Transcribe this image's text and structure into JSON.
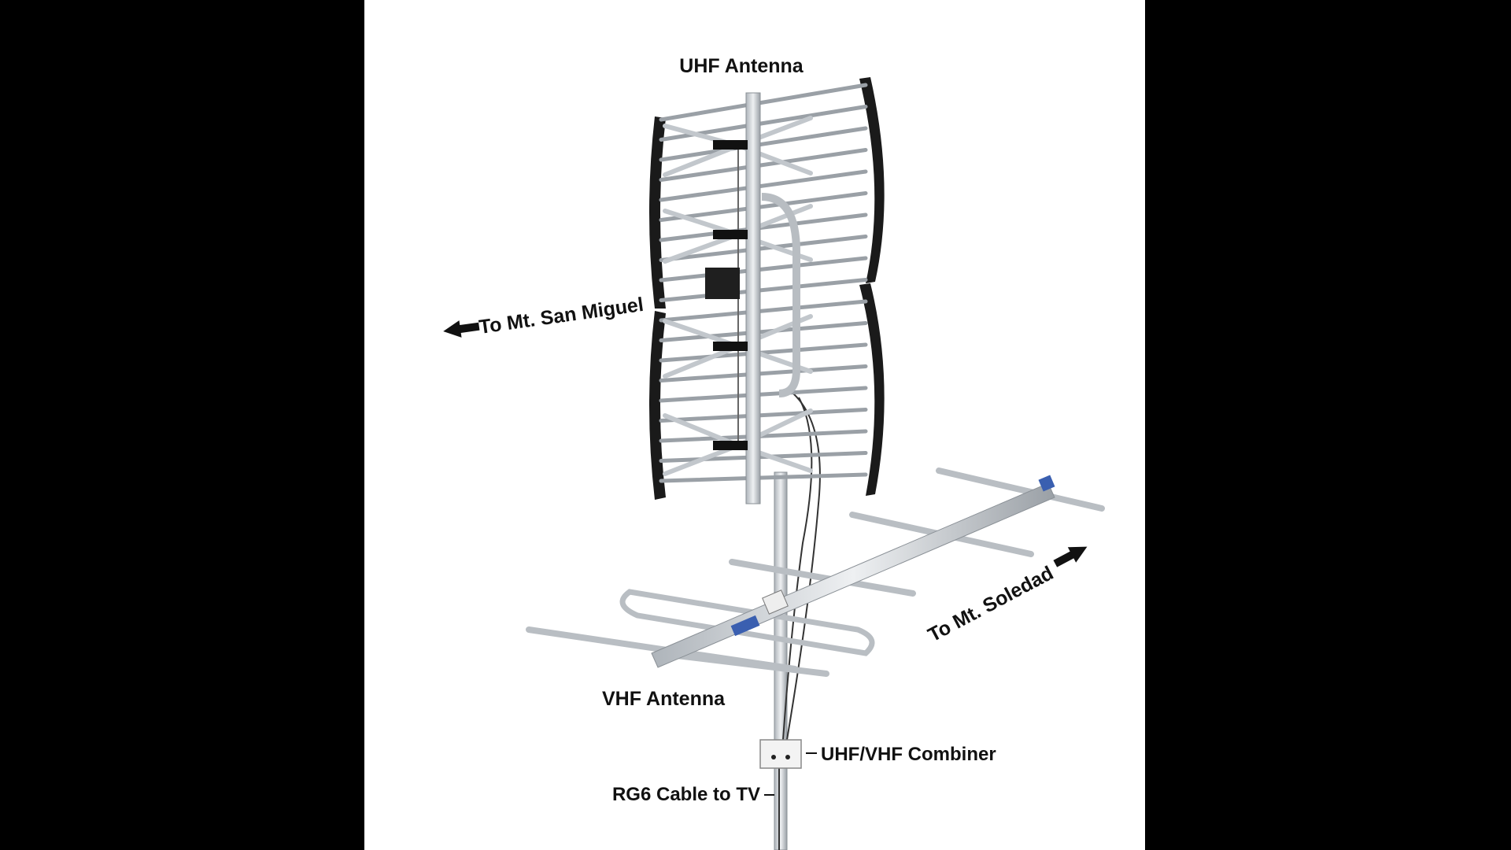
{
  "labels": {
    "uhf_antenna": "UHF Antenna",
    "to_san_miguel": "To Mt. San Miguel",
    "to_soledad": "To Mt. Soledad",
    "vhf_antenna": "VHF Antenna",
    "combiner": "UHF/VHF Combiner",
    "rg6_cable": "RG6 Cable to TV"
  },
  "colors": {
    "page_background": "#000000",
    "panel_background": "#ffffff",
    "aluminum": "#d6dade",
    "aluminum_edge": "#9aa0a6",
    "reflector_dark": "#1a1a1a",
    "boom_end_cap": "#3a5fb0",
    "text": "#111111"
  }
}
